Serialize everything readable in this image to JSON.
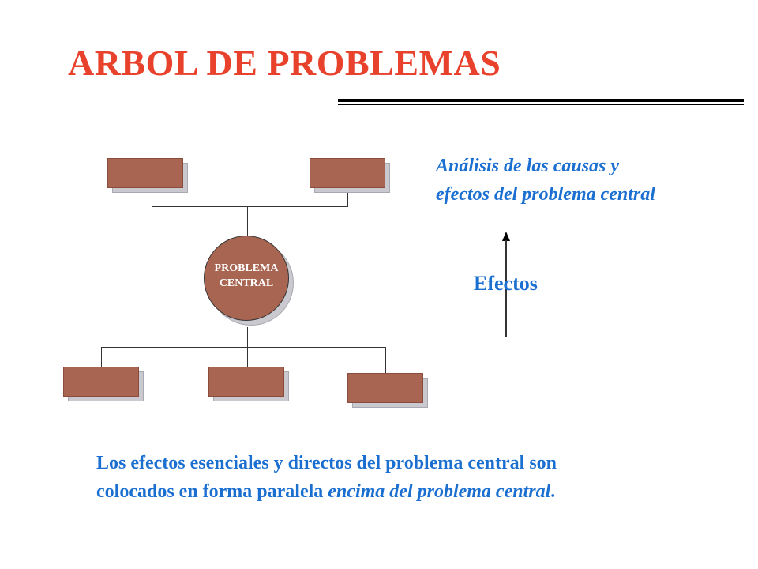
{
  "slide": {
    "title": "ARBOL DE PROBLEMAS"
  },
  "diagram": {
    "center_line1": "PROBLEMA",
    "center_line2": "CENTRAL",
    "effect_box_count": 2,
    "cause_box_count": 3
  },
  "analysis": {
    "line1": "Análisis de las causas  y",
    "line2": "efectos del problema central"
  },
  "effects_label": "Efectos",
  "footer": {
    "line1": "Los efectos esenciales y directos del problema central son",
    "line2_normal": "colocados en forma paralela ",
    "line2_italic": "encima del problema central",
    "line2_end": "."
  },
  "colors": {
    "title": "#e8412c",
    "body_text": "#1a6fd0",
    "box_fill": "#a86552",
    "box_shadow": "#c9c9cf"
  }
}
